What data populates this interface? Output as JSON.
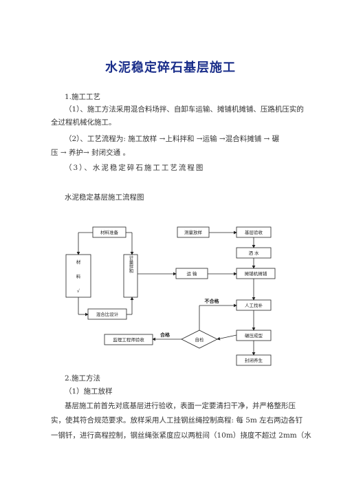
{
  "doc": {
    "title": "水泥稳定碎石基层施工",
    "s1_heading": "1.施工工艺",
    "p1_l1": "（1）、施工方法采用混合料场拌、自卸车运输、摊铺机摊铺、压路机压实的",
    "p1_l2": "全过程机械化施工。",
    "p2_l1": "（2）、工艺流程为: 施工放样 →上料拌和 →运输 →混合料摊铺   → 碾",
    "p2_l2": "压 → 养护→ 封闭交通 。",
    "p3": "（3）、水泥稳定碎石施工工艺流程图",
    "chart_title": "水泥稳定基层施工流程图",
    "s2_heading": "2.施工方法",
    "s2_sub": "（1）施工放样",
    "p4_l1": "基层施工前首先对底基层进行验收，表面一定要清扫干净，并严格整形压",
    "p4_l2": "实，使其符合规范要求。放样采用人工挂钢丝绳控制高程: 每 5m 左右两边各钉",
    "p4_l3": "一钢钎，进行高程控制，钢丝绳张紧度应以两桩间（10m）挠度不超过  2mm（水"
  },
  "flow": {
    "material_prep": "材料准备",
    "material": "材",
    "material2": "料",
    "material3": "√",
    "mix_design": "混合比设计",
    "measure": "计量拌和",
    "survey": "测量放样",
    "lower_check": "基层验收",
    "water": "洒  水",
    "transport": "运   输",
    "paving": "摊铺机摊铺",
    "not_pass": "不合格",
    "leveling": "人工找补",
    "rolling": "碾压成型",
    "pass": "合格",
    "check": "自检",
    "next_process": "监理工程师验收",
    "curing": "封闭养生"
  }
}
